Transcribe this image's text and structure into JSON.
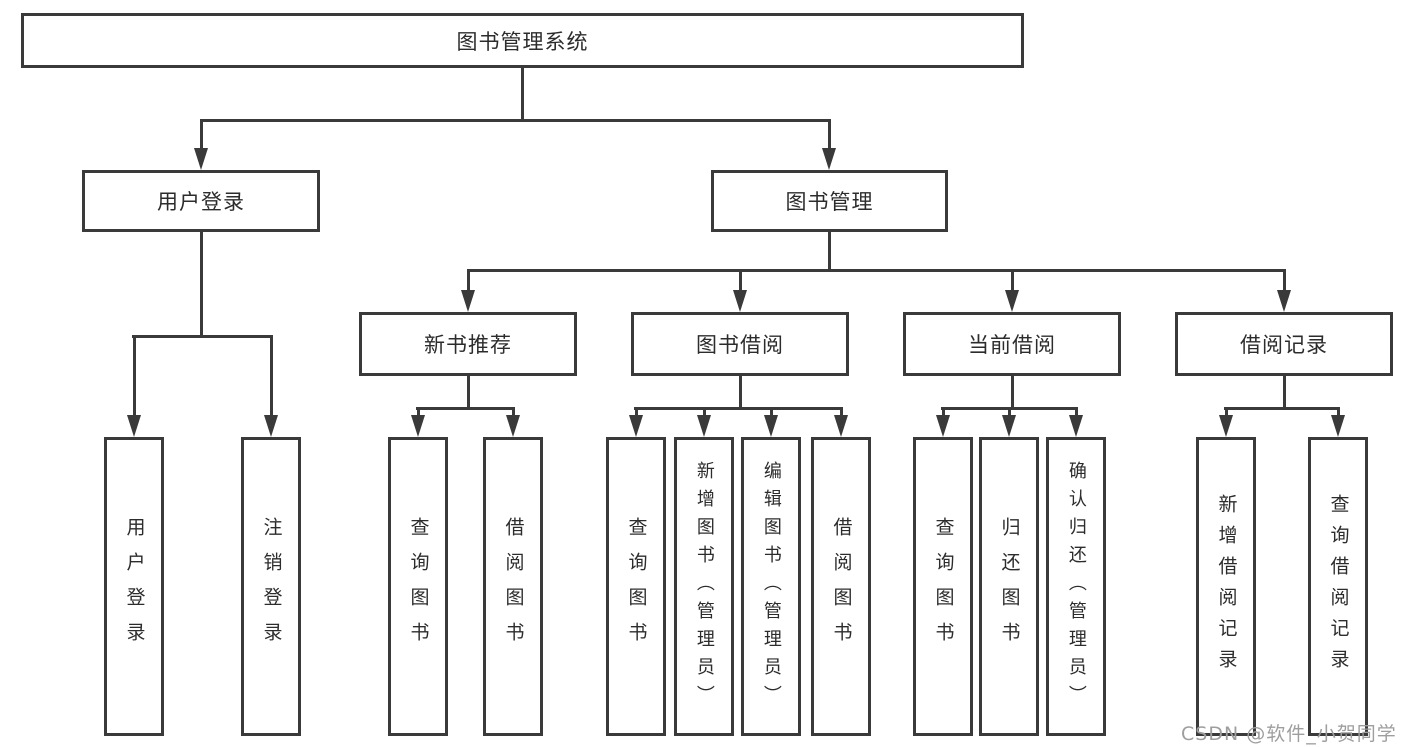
{
  "diagram": {
    "root": {
      "label": "图书管理系统"
    },
    "level2": [
      {
        "label": "用户登录"
      },
      {
        "label": "图书管理"
      }
    ],
    "level3": [
      {
        "label": "新书推荐"
      },
      {
        "label": "图书借阅"
      },
      {
        "label": "当前借阅"
      },
      {
        "label": "借阅记录"
      }
    ],
    "leaves": {
      "user_login": [
        "用户登录",
        "注销登录"
      ],
      "new_book_rec": [
        "查询图书",
        "借阅图书"
      ],
      "book_borrow": [
        "查询图书",
        "新增图书（管理员）",
        "编辑图书（管理员）",
        "借阅图书"
      ],
      "current_borrow": [
        "查询图书",
        "归还图书",
        "确认归还（管理员）"
      ],
      "borrow_records": [
        "新增借阅记录",
        "查询借阅记录"
      ]
    }
  },
  "watermark": {
    "text": "CSDN @软件_小贺同学"
  },
  "colors": {
    "line": "#3a3a3a",
    "text": "#2c2c2c",
    "watermark": "#9e9e9e",
    "background": "#ffffff"
  }
}
